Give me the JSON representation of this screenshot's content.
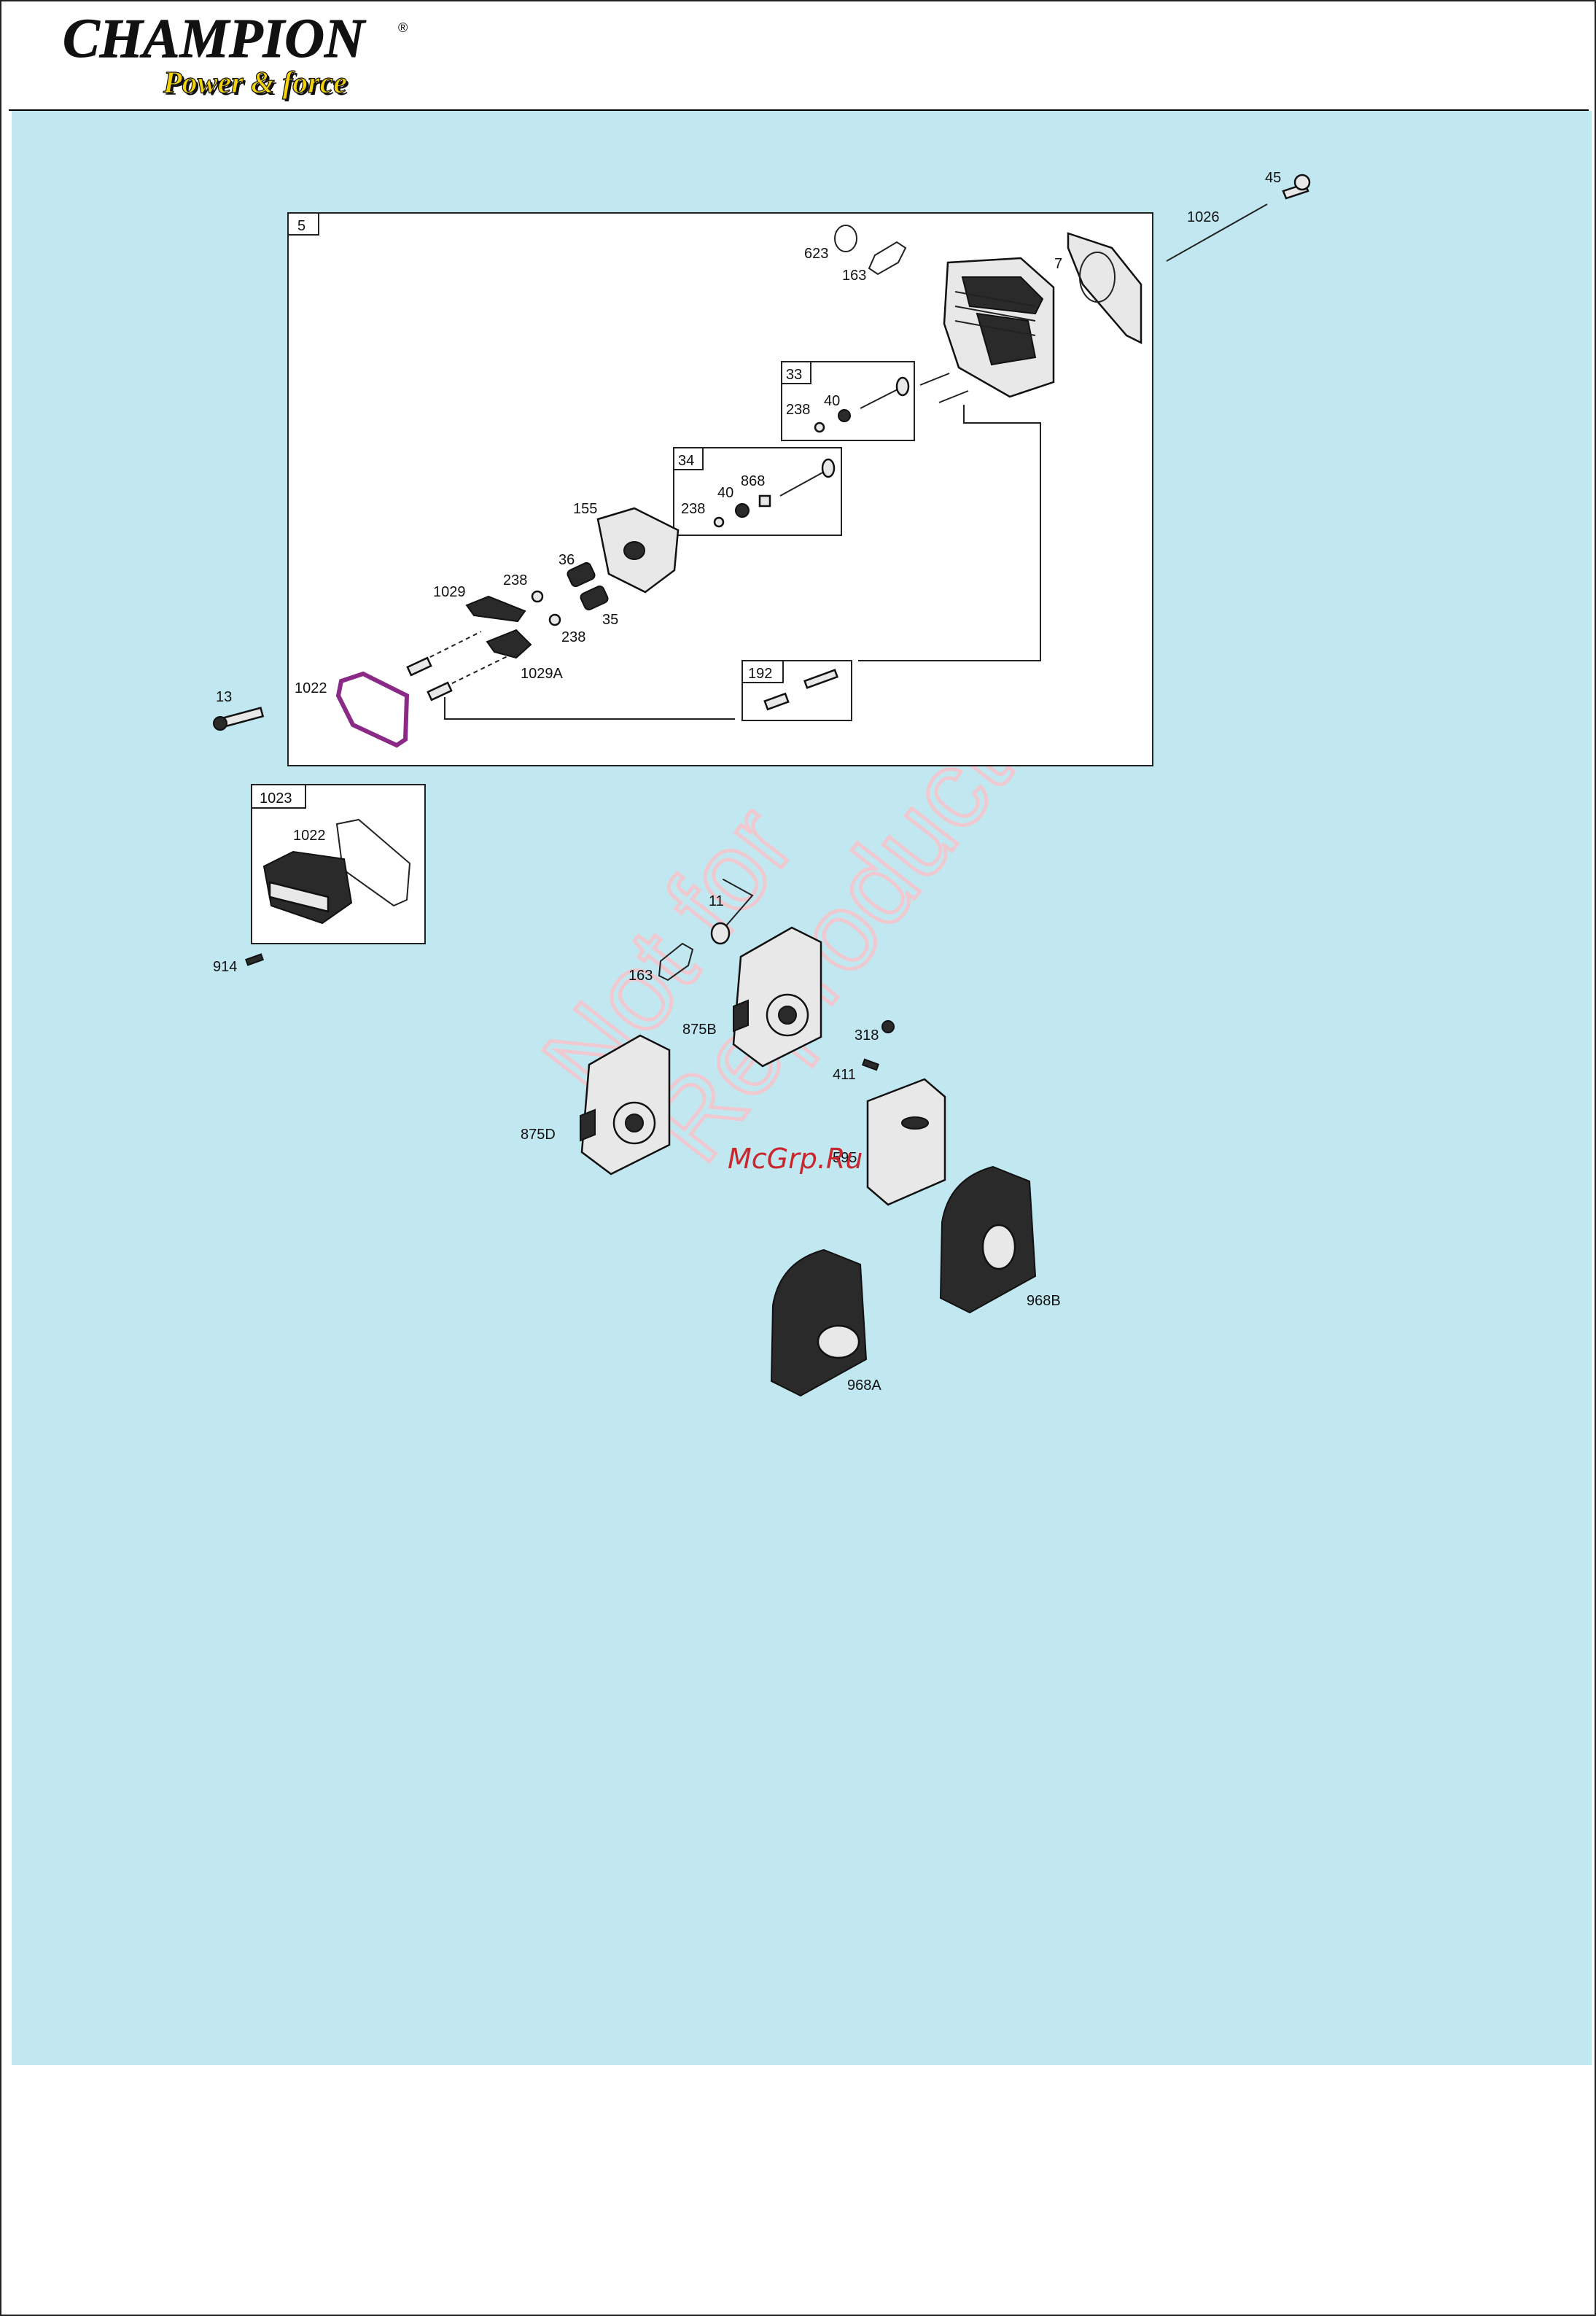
{
  "brand": {
    "name": "CHAMPION",
    "tagline": "Power & force",
    "reg_mark": "®"
  },
  "watermark": {
    "line1": "Not for",
    "line2": "Reproduction"
  },
  "site_mark": "McGrp.Ru",
  "colors": {
    "panel": "#c1e8f1",
    "highlight": "#8b2a86",
    "brand_yellow": "#f2d20a",
    "site": "#c9272d"
  },
  "boxes": {
    "b5": "5",
    "b33": "33",
    "b34": "34",
    "b192": "192",
    "b1023": "1023"
  },
  "labels": {
    "l623": "623",
    "l163a": "163",
    "l7": "7",
    "l45": "45",
    "l1026": "1026",
    "l238a": "238",
    "l40a": "40",
    "l868": "868",
    "l40b": "40",
    "l238b": "238",
    "l155": "155",
    "l36": "36",
    "l238c": "238",
    "l1029": "1029",
    "l35": "35",
    "l238d": "238",
    "l1029a": "1029A",
    "l13": "13",
    "l1022a": "1022",
    "l1022b": "1022",
    "l914": "914",
    "l11": "11",
    "l163b": "163",
    "l875b": "875B",
    "l318": "318",
    "l411": "411",
    "l875d": "875D",
    "l595": "595",
    "l968b": "968B",
    "l968a": "968A"
  }
}
